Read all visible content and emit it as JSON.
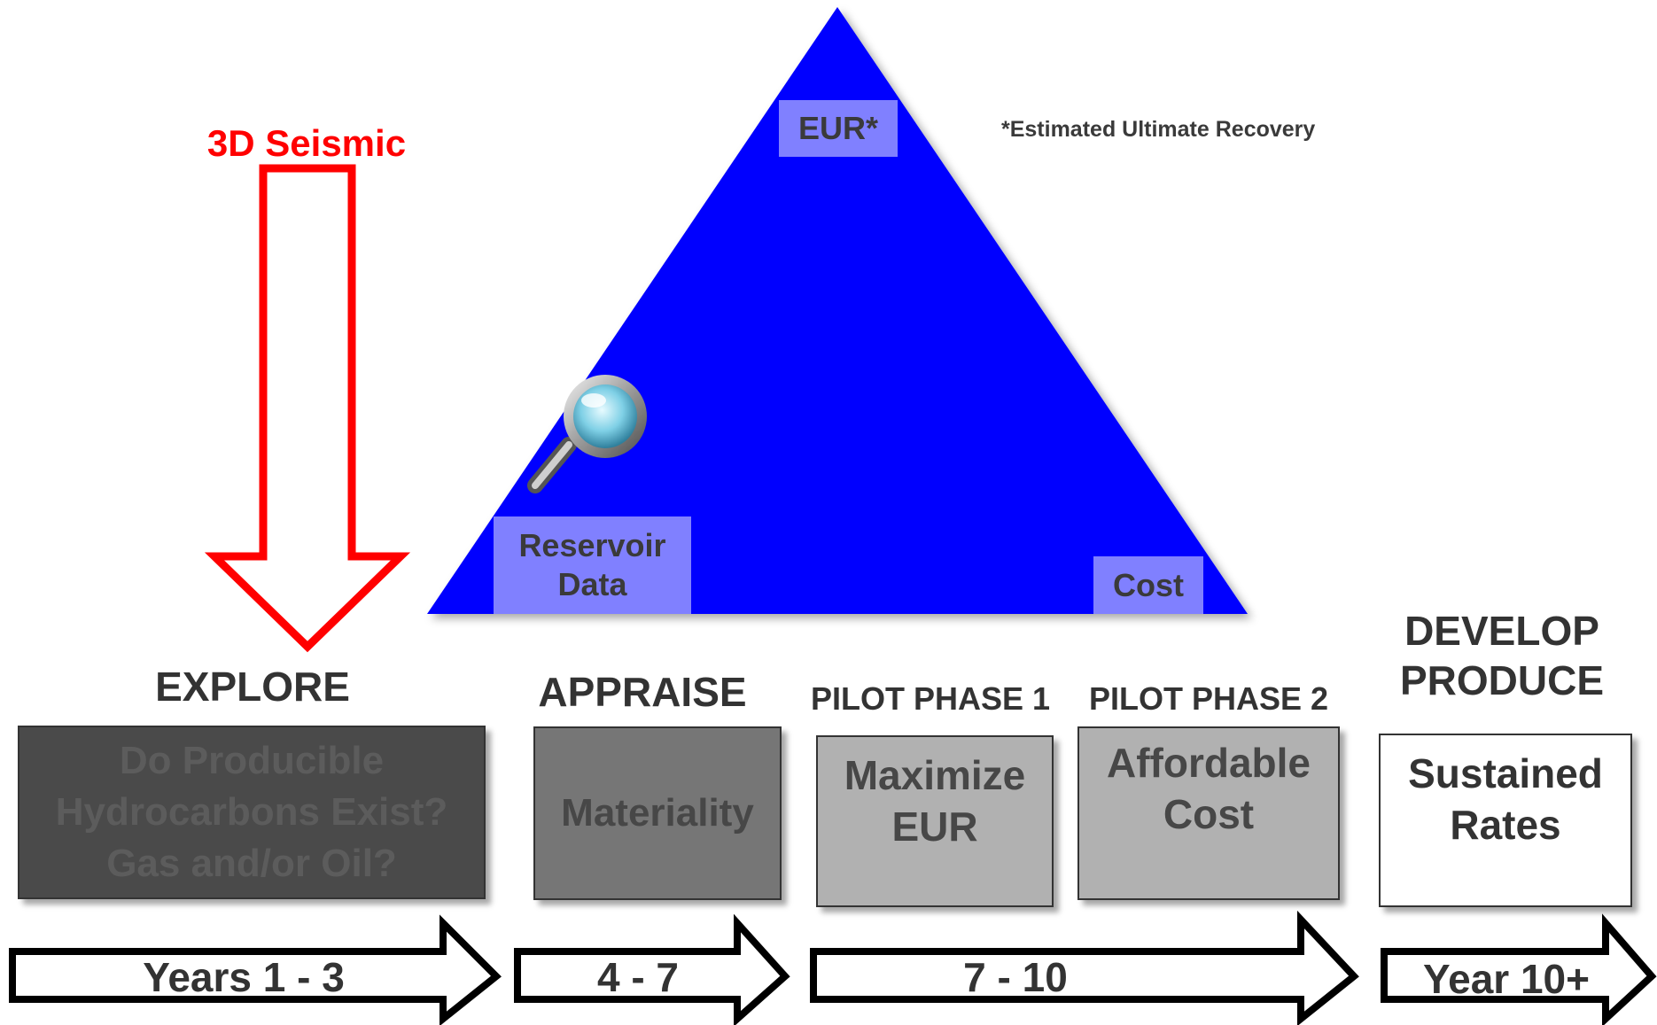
{
  "triangle": {
    "top_label": "EUR*",
    "left_label": "Reservoir Data",
    "right_label": "Cost",
    "footnote": "*Estimated Ultimate Recovery",
    "fill_color": "#0000ff",
    "label_color": "#8080ff",
    "icon": "magnifier-icon"
  },
  "seismic": {
    "label": "3D Seismic",
    "color": "#ff0000"
  },
  "phases": [
    {
      "title": "EXPLORE",
      "box_text": "Do Producible\nHydrocarbons Exist?\nGas and/or Oil?",
      "box_color": "#4a4a4a",
      "timeline": "Years 1 - 3"
    },
    {
      "title": "APPRAISE",
      "box_text": "Materiality",
      "box_color": "#767676",
      "timeline": "4 - 7"
    },
    {
      "title": "PILOT PHASE 1",
      "box_text": "Maximize\nEUR",
      "box_color": "#b1b1b1"
    },
    {
      "title": "PILOT PHASE 2",
      "box_text": "Affordable\nCost",
      "box_color": "#b1b1b1",
      "timeline": "7 - 10"
    },
    {
      "title": "DEVELOP\nPRODUCE",
      "box_text": "Sustained\nRates",
      "box_color": "#ffffff",
      "timeline": "Year 10+"
    }
  ]
}
